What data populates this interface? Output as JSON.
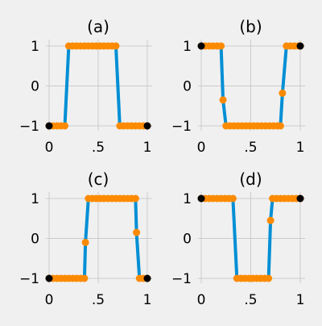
{
  "colors": {
    "background": "#f0f0f0",
    "grid": "#cbcbcb",
    "line": "#008fd5",
    "marker": "#fc8a00",
    "endpoint": "#000000"
  },
  "chart_data": [
    {
      "type": "line",
      "title": "(a)",
      "xlim": [
        0,
        1
      ],
      "ylim": [
        -1,
        1
      ],
      "xticks": [
        0,
        0.5,
        1
      ],
      "xtick_labels": [
        "0",
        ".5",
        "1"
      ],
      "yticks": [
        -1,
        0,
        1
      ],
      "ytick_labels": [
        "−1",
        "0",
        "1"
      ],
      "grid": true,
      "x": [
        0,
        0.04,
        0.08,
        0.12,
        0.16,
        0.2,
        0.24,
        0.28,
        0.32,
        0.36,
        0.4,
        0.44,
        0.48,
        0.52,
        0.56,
        0.6,
        0.64,
        0.68,
        0.72,
        0.76,
        0.8,
        0.84,
        0.88,
        0.92,
        0.96,
        1
      ],
      "y": [
        -1,
        -1,
        -1,
        -1,
        -1,
        1,
        1,
        1,
        1,
        1,
        1,
        1,
        1,
        1,
        1,
        1,
        1,
        1,
        -1,
        -1,
        -1,
        -1,
        -1,
        -1,
        -1,
        -1
      ],
      "endpoints": [
        [
          0,
          -1
        ],
        [
          1,
          -1
        ]
      ]
    },
    {
      "type": "line",
      "title": "(b)",
      "xlim": [
        0,
        1
      ],
      "ylim": [
        -1,
        1
      ],
      "xticks": [
        0,
        0.5,
        1
      ],
      "xtick_labels": [
        "0",
        ".5",
        "1"
      ],
      "yticks": [
        -1,
        0,
        1
      ],
      "ytick_labels": [
        "−1",
        "0",
        "1"
      ],
      "grid": true,
      "x": [
        0,
        0.04,
        0.08,
        0.12,
        0.16,
        0.2,
        0.22,
        0.25,
        0.29,
        0.33,
        0.37,
        0.41,
        0.45,
        0.49,
        0.53,
        0.57,
        0.61,
        0.65,
        0.69,
        0.73,
        0.77,
        0.8,
        0.82,
        0.86,
        0.9,
        0.94,
        0.98,
        1
      ],
      "y": [
        1,
        1,
        1,
        1,
        1,
        1,
        -0.35,
        -1,
        -1,
        -1,
        -1,
        -1,
        -1,
        -1,
        -1,
        -1,
        -1,
        -1,
        -1,
        -1,
        -1,
        -1,
        -0.18,
        1,
        1,
        1,
        1,
        1
      ],
      "endpoints": [
        [
          0,
          1
        ],
        [
          1,
          1
        ]
      ]
    },
    {
      "type": "line",
      "title": "(c)",
      "xlim": [
        0,
        1
      ],
      "ylim": [
        -1,
        1
      ],
      "xticks": [
        0,
        0.5,
        1
      ],
      "xtick_labels": [
        "0",
        ".5",
        "1"
      ],
      "yticks": [
        -1,
        0,
        1
      ],
      "ytick_labels": [
        "−1",
        "0",
        "1"
      ],
      "grid": true,
      "x": [
        0,
        0.04,
        0.08,
        0.12,
        0.16,
        0.2,
        0.24,
        0.28,
        0.32,
        0.36,
        0.37,
        0.4,
        0.44,
        0.48,
        0.52,
        0.56,
        0.6,
        0.64,
        0.68,
        0.72,
        0.76,
        0.8,
        0.84,
        0.88,
        0.89,
        0.92,
        0.96,
        1
      ],
      "y": [
        -1,
        -1,
        -1,
        -1,
        -1,
        -1,
        -1,
        -1,
        -1,
        -1,
        -0.1,
        1,
        1,
        1,
        1,
        1,
        1,
        1,
        1,
        1,
        1,
        1,
        1,
        1,
        0.15,
        -1,
        -1,
        -1
      ],
      "endpoints": [
        [
          0,
          -1
        ],
        [
          1,
          -1
        ]
      ]
    },
    {
      "type": "line",
      "title": "(d)",
      "xlim": [
        0,
        1
      ],
      "ylim": [
        -1,
        1
      ],
      "xticks": [
        0,
        0.5,
        1
      ],
      "xtick_labels": [
        "0",
        ".5",
        "1"
      ],
      "yticks": [
        -1,
        0,
        1
      ],
      "ytick_labels": [
        "−1",
        "0",
        "1"
      ],
      "grid": true,
      "x": [
        0,
        0.04,
        0.08,
        0.12,
        0.16,
        0.2,
        0.24,
        0.28,
        0.32,
        0.36,
        0.4,
        0.44,
        0.48,
        0.52,
        0.56,
        0.6,
        0.64,
        0.68,
        0.7,
        0.72,
        0.76,
        0.8,
        0.84,
        0.88,
        0.92,
        0.96,
        1
      ],
      "y": [
        1,
        1,
        1,
        1,
        1,
        1,
        1,
        1,
        1,
        -1,
        -1,
        -1,
        -1,
        -1,
        -1,
        -1,
        -1,
        -1,
        0.45,
        1,
        1,
        1,
        1,
        1,
        1,
        1,
        1
      ],
      "endpoints": [
        [
          0,
          1
        ],
        [
          1,
          1
        ]
      ]
    }
  ]
}
